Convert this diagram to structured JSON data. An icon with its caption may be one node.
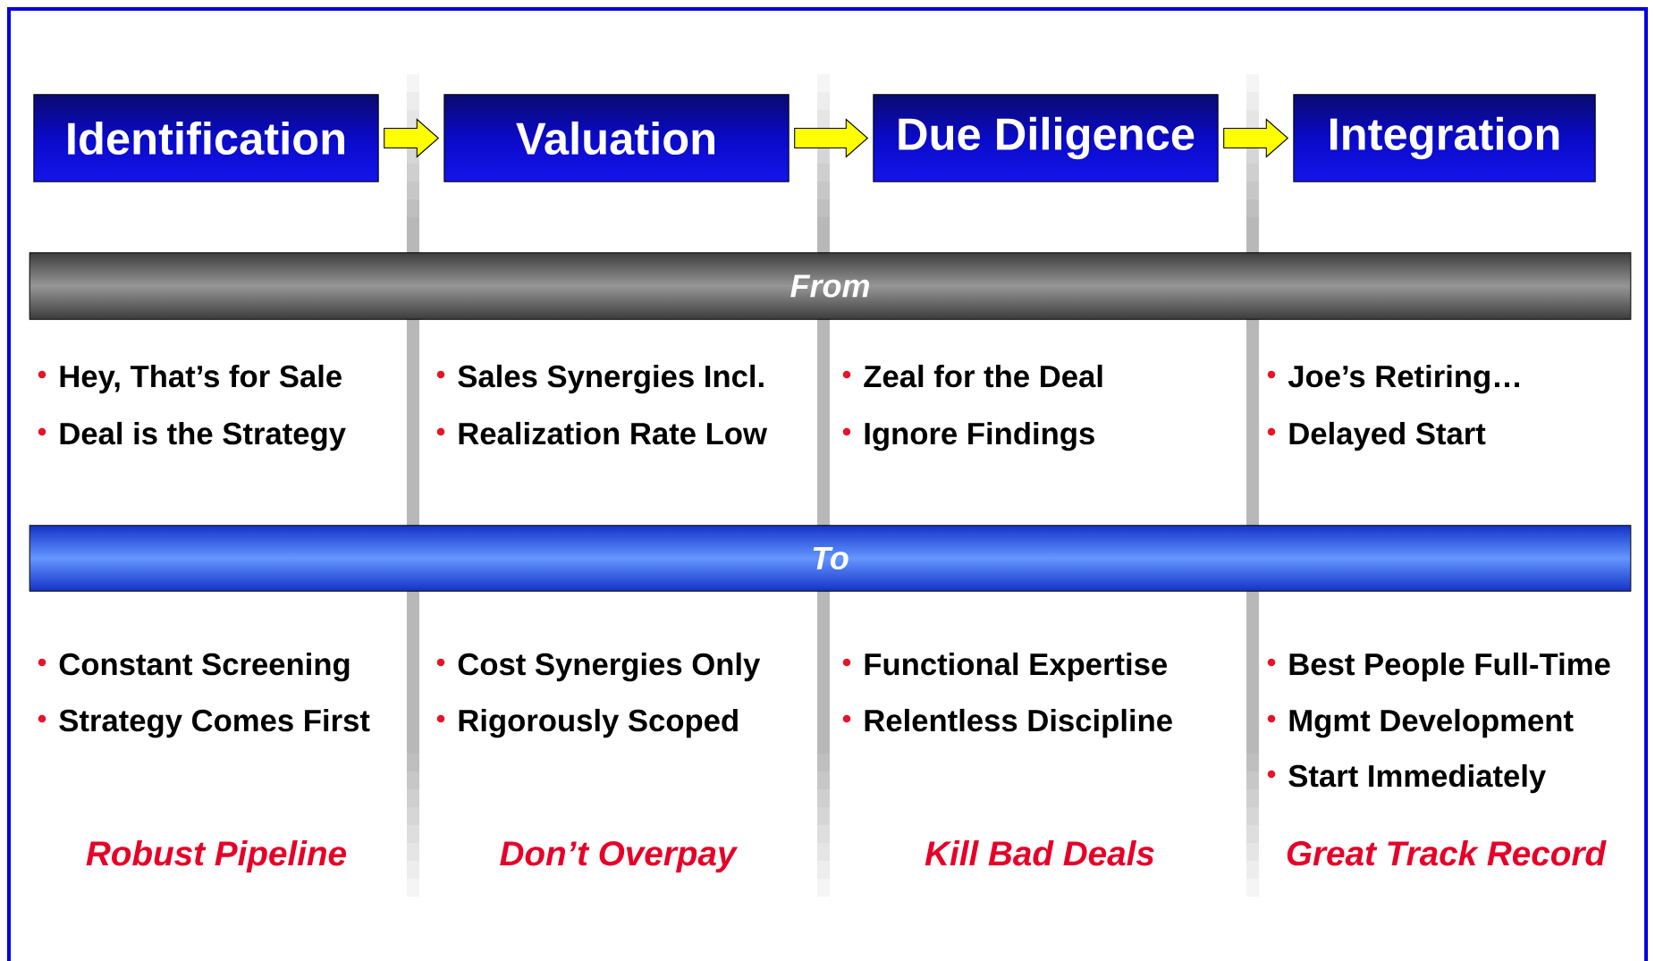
{
  "diagram": {
    "nodes": [
      {
        "text": [
          "Identification"
        ]
      },
      {
        "text": [
          "Valuation"
        ]
      },
      {
        "text": [
          "Due Diligence"
        ]
      },
      {
        "text": [
          "Integration"
        ]
      },
      {
        "text": [
          "From"
        ]
      },
      {
        "text": [
          "To"
        ]
      }
    ],
    "edges": [
      {
        "from": 0,
        "to": 1,
        "arrow": "to"
      },
      {
        "from": 1,
        "to": 2,
        "arrow": "to"
      },
      {
        "from": 2,
        "to": 3,
        "arrow": "to"
      }
    ],
    "labels": [
      "Hey, That’s for Sale",
      "Sales Synergies Incl.",
      "Zeal for the Deal",
      "Joe’s Retiring…",
      "Deal is the Strategy",
      "Realization Rate Low",
      "Ignore Findings",
      "Delayed Start",
      "Constant Screening",
      "Cost Synergies Only",
      "Functional Expertise",
      "Best People Full-Time",
      "Strategy Comes First",
      "Rigorously Scoped",
      "Relentless Discipline",
      "Mgmt Development",
      "Start Immediately",
      "Robust Pipeline",
      "Don’t Overpay",
      "Kill Bad Deals",
      "Great Track Record"
    ]
  }
}
